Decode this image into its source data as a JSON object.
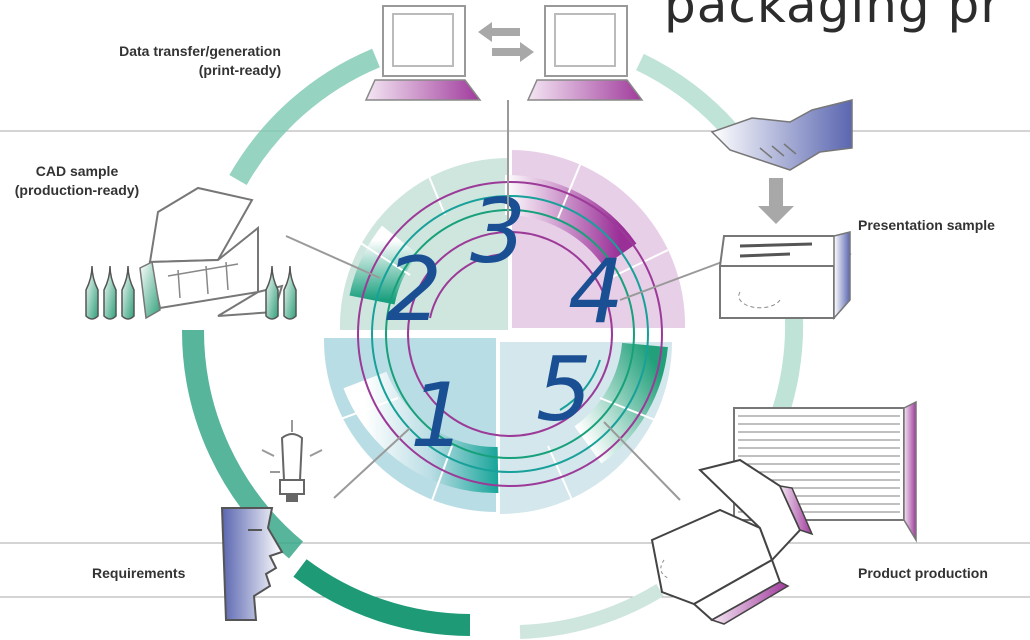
{
  "title": "packaging pr",
  "colors": {
    "teal": "#3aa88a",
    "teal_light": "#cfe6df",
    "purple": "#a03b9c",
    "purple_light": "#e8cfe8",
    "cyan_light": "#b9dde4",
    "blue_digit": "#1a4f93",
    "gray_line": "#aaaaaa"
  },
  "stages": {
    "s1": {
      "number": "1",
      "label": "Requirements"
    },
    "s2": {
      "number": "2",
      "label_line1": "CAD sample",
      "label_line2": "(production-ready)"
    },
    "s3": {
      "number": "3",
      "label_line1": "Data transfer/generation",
      "label_line2": "(print-ready)"
    },
    "s4": {
      "number": "4",
      "label": "Presentation sample"
    },
    "s5": {
      "number": "5",
      "label": "Product production"
    }
  },
  "icons": [
    "computer-icon",
    "transfer-arrows-icon",
    "handshake-icon",
    "down-arrow-icon",
    "box-sample-icon",
    "folding-carton-icon",
    "carton-stack-icon",
    "face-profile-icon",
    "lightbulb-icon",
    "open-box-icon",
    "ampoule-icon"
  ]
}
